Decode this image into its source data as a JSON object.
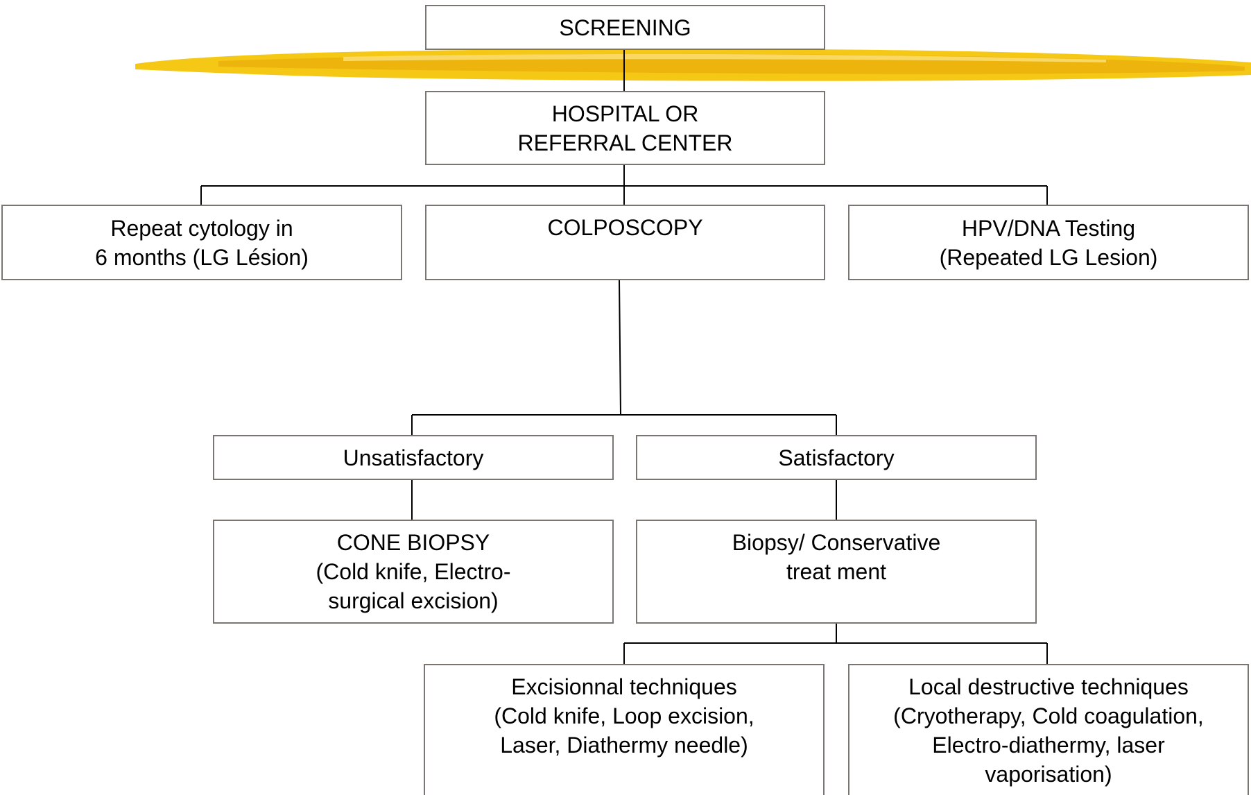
{
  "nodes": {
    "screening": "SCREENING",
    "hospital": "HOSPITAL OR\nREFERRAL CENTER",
    "repeat_cytology": "Repeat cytology in\n6 months (LG Lésion)",
    "colposcopy": "COLPOSCOPY",
    "hpv_testing": "HPV/DNA Testing\n(Repeated LG Lesion)",
    "unsatisfactory": "Unsatisfactory",
    "satisfactory": "Satisfactory",
    "cone_biopsy": "CONE BIOPSY\n(Cold knife, Electro-\nsurgical excision)",
    "biopsy_conservative": "Biopsy/ Conservative\ntreat ment",
    "excisional": "Excisionnal techniques\n(Cold knife, Loop excision,\nLaser, Diathermy needle)",
    "local_destructive": "Local destructive techniques\n(Cryotherapy, Cold coagulation,\nElectro-diathermy, laser\nvaporisation)"
  },
  "colors": {
    "box_border": "#7a7570",
    "connector": "#000000",
    "brush_stroke": "#f2c200"
  }
}
